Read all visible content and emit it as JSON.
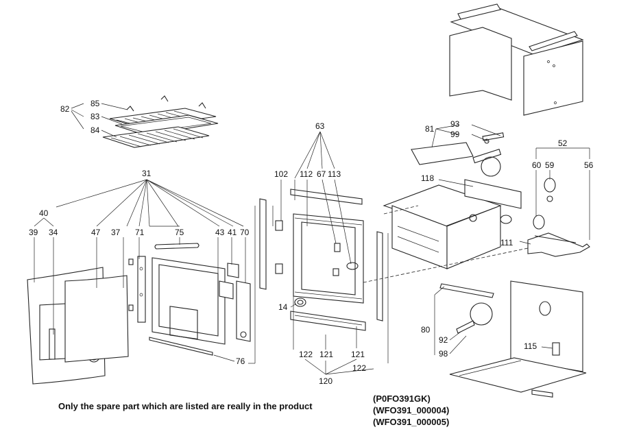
{
  "callouts": {
    "c31": "31",
    "c40": "40",
    "c39": "39",
    "c34": "34",
    "c47": "47",
    "c37": "37",
    "c71": "71",
    "c75": "75",
    "c43": "43",
    "c41": "41",
    "c70": "70",
    "c76": "76",
    "c82": "82",
    "c85": "85",
    "c83": "83",
    "c84": "84",
    "c63": "63",
    "c102": "102",
    "c112": "112",
    "c67": "67",
    "c113": "113",
    "c14": "14",
    "c122a": "122",
    "c121a": "121",
    "c121b": "121",
    "c122b": "122",
    "c120": "120",
    "c81": "81",
    "c93": "93",
    "c99": "99",
    "c118": "118",
    "c52": "52",
    "c60": "60",
    "c59": "59",
    "c56": "56",
    "c111": "111",
    "c80": "80",
    "c92": "92",
    "c98": "98",
    "c115": "115"
  },
  "footer": {
    "note": "Only the spare part which are listed are really in the product",
    "models": [
      "(P0FO391GK)",
      "(WFO391_000004)",
      "(WFO391_000005)"
    ]
  }
}
